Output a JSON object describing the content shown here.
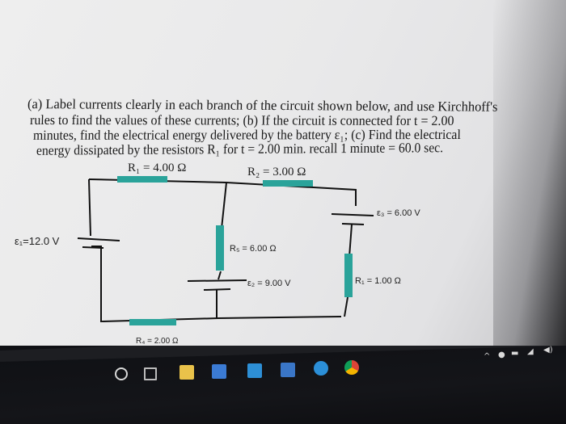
{
  "problem": {
    "line1": "(a) Label currents clearly in each branch of the circuit shown below, and use Kirchhoff's",
    "line2": "rules to find the values of these currents;  (b) If the circuit is connected for t = 2.00",
    "line3": "minutes, find the electrical energy delivered by the battery ε₁;  (c) Find the electrical",
    "line4": "energy dissipated by the resistors R₁ for t = 2.00 min. recall 1 minute = 60.0 sec."
  },
  "circuit": {
    "r1": "R₁ = 4.00 Ω",
    "r2": "R₂ = 3.00 Ω",
    "e1": "ε₁=12.0 V",
    "e3": "ε₃ = 6.00 V",
    "r5": "R₅ = 6.00 Ω",
    "e2": "ε₂ = 9.00 V",
    "r_right": "R₁ = 1.00 Ω",
    "r4": "R₄ = 2.00 Ω"
  },
  "colors": {
    "resistor": "#2aa39a",
    "wire": "#111111"
  },
  "taskbar_icons": [
    "windows-circle-icon",
    "task-view-icon",
    "file-explorer-icon",
    "store-icon",
    "lync-icon",
    "outlook-icon",
    "edge-icon",
    "chrome-icon"
  ]
}
